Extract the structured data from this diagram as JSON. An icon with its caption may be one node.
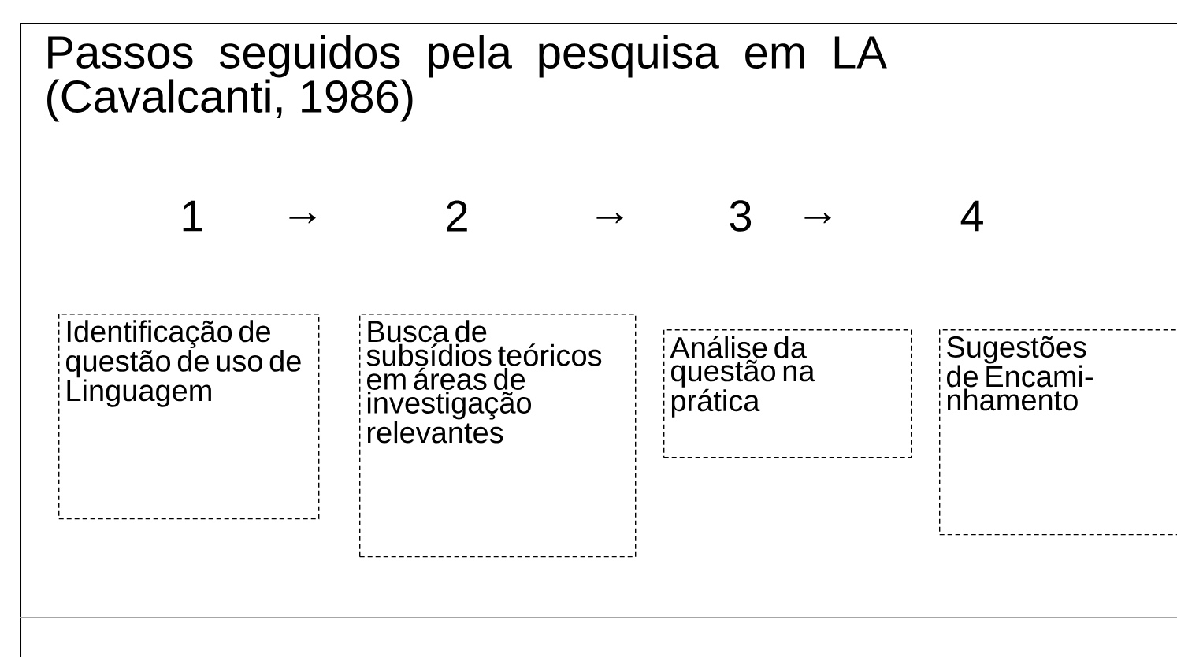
{
  "diagram": {
    "title": "Passos seguidos pela pesquisa em LA (Cavalcanti, 1986)",
    "nodes": [
      {
        "text": [
          "Identificação de questão de uso de Linguagem"
        ]
      },
      {
        "text": [
          "Busca de subsídios teóricos em áreas de investigação relevantes"
        ]
      },
      {
        "text": [
          "Análise da questão na prática"
        ]
      },
      {
        "text": [
          "Sugestões de Encami- nhamento"
        ]
      }
    ],
    "labels": [
      "1",
      "→",
      "2",
      "→",
      "3",
      "→",
      "4"
    ]
  }
}
